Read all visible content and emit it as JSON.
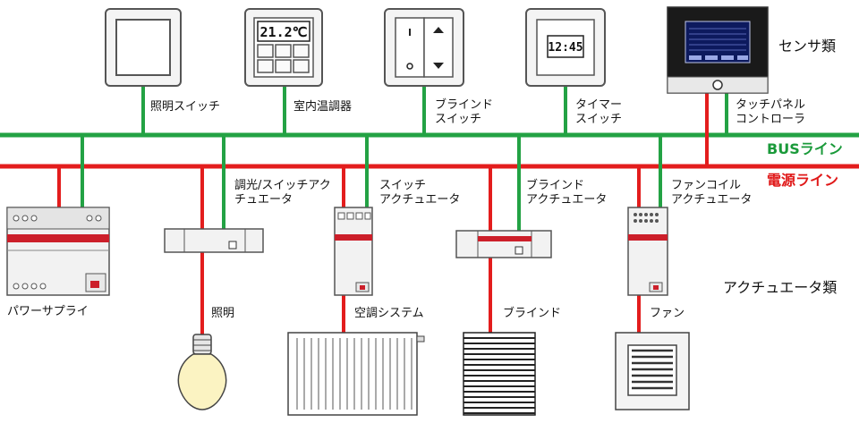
{
  "colors": {
    "bus_line": "#23a244",
    "power_line": "#e31d1d",
    "device_frame": "#f2f2f2",
    "device_accent": "#cc1f2a",
    "panel_screen": "#0d1a5e"
  },
  "categories": {
    "sensors": "センサ類",
    "actuators": "アクチュエータ類"
  },
  "lines": {
    "bus": "BUSライン",
    "power": "電源ライン"
  },
  "sensors": [
    {
      "id": "light-switch",
      "label": "照明スイッチ",
      "icon": "blank-switch-panel"
    },
    {
      "id": "thermostat",
      "label": "室内温調器",
      "icon": "thermostat-display",
      "display": "21.2℃"
    },
    {
      "id": "blind-switch",
      "label": "ブラインド\nスイッチ",
      "icon": "blind-switch-panel"
    },
    {
      "id": "timer-switch",
      "label": "タイマー\nスイッチ",
      "icon": "timer-display",
      "display": "12:45"
    },
    {
      "id": "touch-panel",
      "label": "タッチパネル\nコントローラ",
      "icon": "touch-panel-screen"
    }
  ],
  "actuators": [
    {
      "id": "dimmer-actuator",
      "label": "調光/スイッチアク\nチュエータ"
    },
    {
      "id": "switch-actuator",
      "label": "スイッチ\nアクチュエータ"
    },
    {
      "id": "blind-actuator",
      "label": "ブラインド\nアクチュエータ"
    },
    {
      "id": "fancoil-actuator",
      "label": "ファンコイル\nアクチュエータ"
    }
  ],
  "loads": [
    {
      "id": "power-supply",
      "label": "パワーサプライ"
    },
    {
      "id": "lighting",
      "label": "照明",
      "icon": "light-bulb-icon"
    },
    {
      "id": "hvac",
      "label": "空調システム",
      "icon": "radiator-icon"
    },
    {
      "id": "blind",
      "label": "ブラインド",
      "icon": "blind-icon"
    },
    {
      "id": "fan",
      "label": "ファン",
      "icon": "fan-grille-icon"
    }
  ]
}
